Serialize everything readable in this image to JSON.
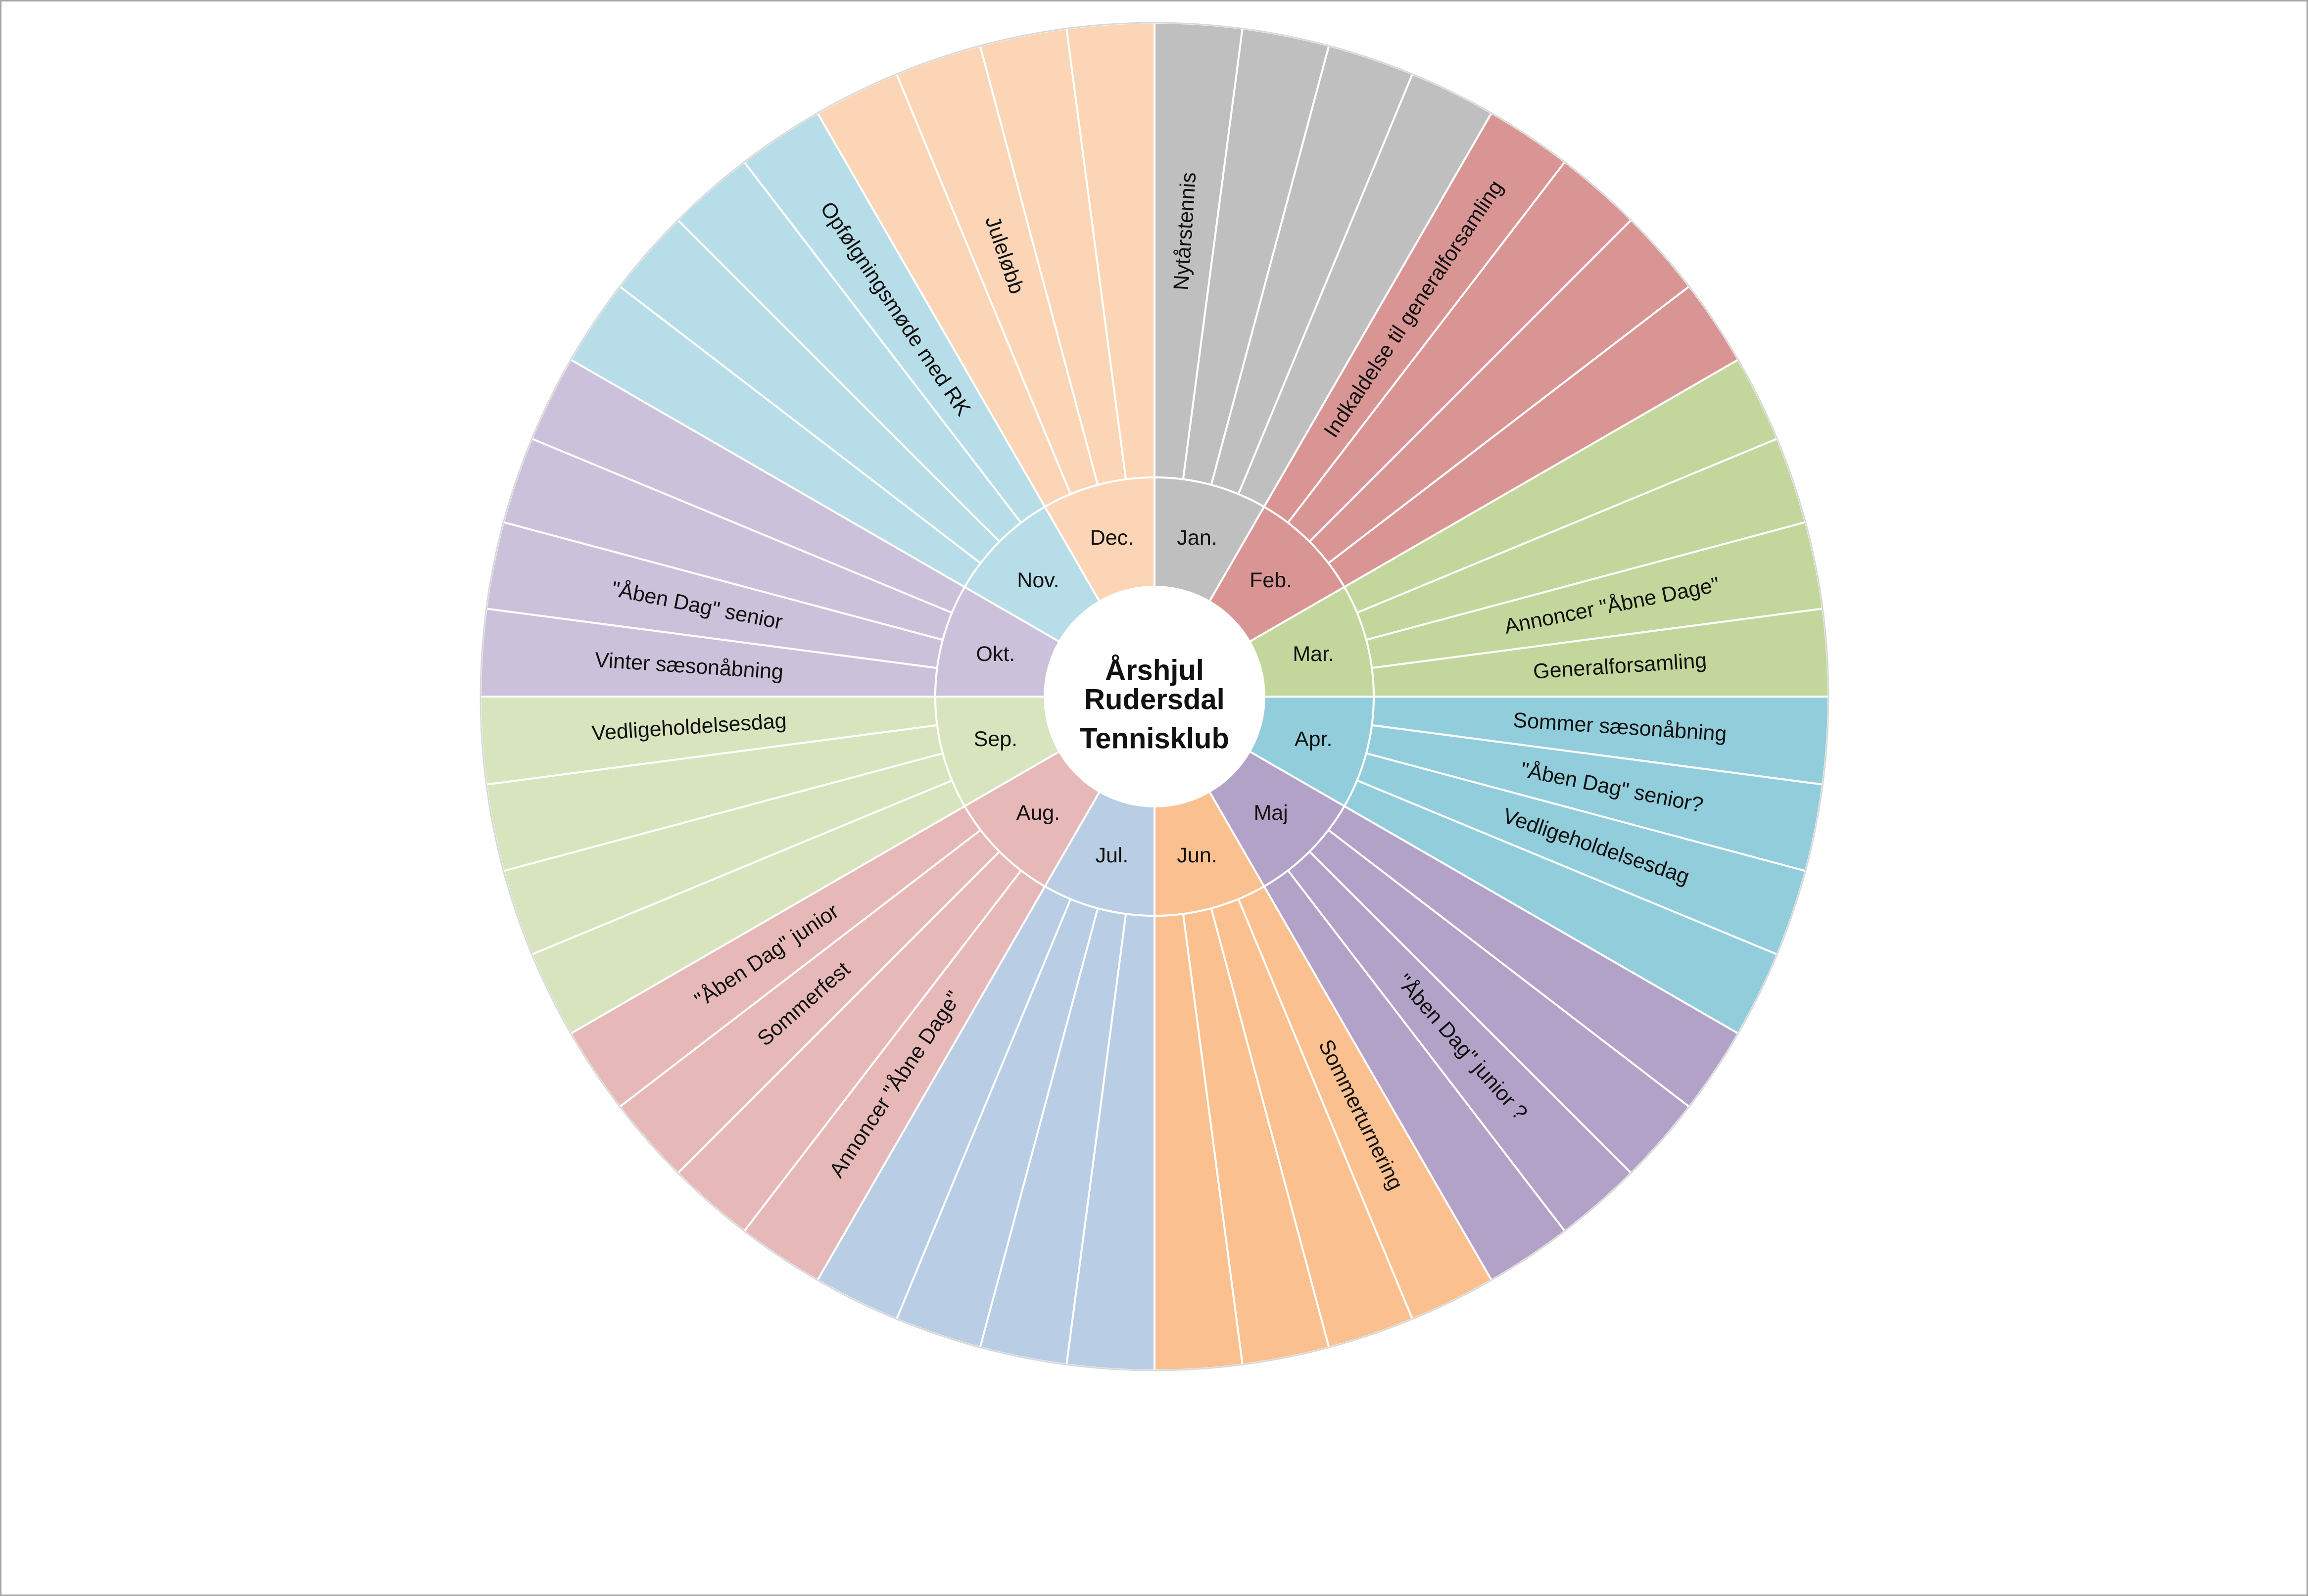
{
  "title_lines": [
    "Årshjul",
    "Rudersdal",
    "Tennisklub"
  ],
  "months": [
    {
      "label": "Jan.",
      "color": "#bfbfbf",
      "events": [
        "Nytårstennis",
        "",
        "",
        ""
      ]
    },
    {
      "label": "Feb.",
      "color": "#d99594",
      "events": [
        "Indkaldelse til generalforsamling",
        "",
        "",
        ""
      ]
    },
    {
      "label": "Mar.",
      "color": "#c3d69b",
      "events": [
        "",
        "",
        "Annoncer \"Åbne Dage\"",
        "Generalforsamling"
      ]
    },
    {
      "label": "Apr.",
      "color": "#92cddc",
      "events": [
        "Sommer sæsonåbning",
        "\"Åben Dag\" senior?",
        "Vedligeholdelsesdag",
        ""
      ]
    },
    {
      "label": "Maj",
      "color": "#b2a2c7",
      "events": [
        "",
        "",
        "\"Åben Dag\" junior ?",
        ""
      ]
    },
    {
      "label": "Jun.",
      "color": "#fac08f",
      "events": [
        "Sommerturnering",
        "",
        "",
        ""
      ]
    },
    {
      "label": "Jul.",
      "color": "#b9cde5",
      "events": [
        "",
        "",
        "",
        ""
      ]
    },
    {
      "label": "Aug.",
      "color": "#e6b9b8",
      "events": [
        "Annoncer \"Åbne Dage\"",
        "",
        "Sommerfest",
        "\"Åben Dag\" junior"
      ]
    },
    {
      "label": "Sep.",
      "color": "#d7e4bd",
      "events": [
        "",
        "",
        "",
        "Vedligeholdelsesdag"
      ]
    },
    {
      "label": "Okt.",
      "color": "#ccc1da",
      "events": [
        "Vinter sæsonåbning",
        "\"Åben Dag\" senior",
        "",
        ""
      ]
    },
    {
      "label": "Nov.",
      "color": "#b7dde8",
      "events": [
        "",
        "",
        "",
        "Opfølgningsmøde med RK"
      ]
    },
    {
      "label": "Dec.",
      "color": "#fbd5b5",
      "events": [
        "",
        "Juleløbb",
        "",
        ""
      ]
    }
  ]
}
